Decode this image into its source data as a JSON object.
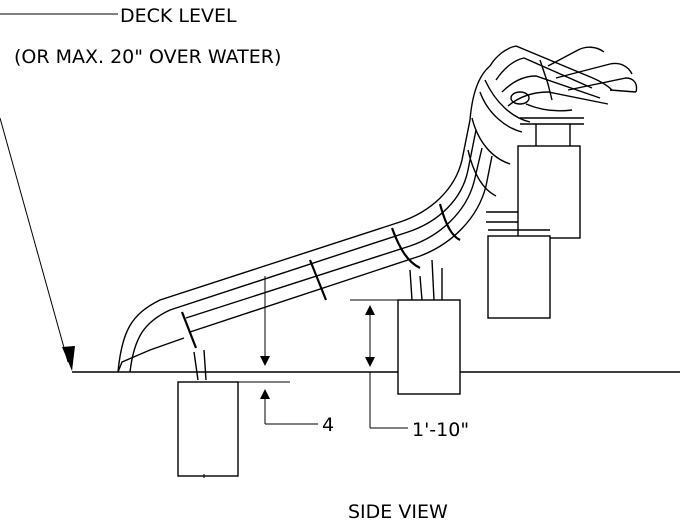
{
  "annotations": {
    "deck_level": "DECK LEVEL",
    "max_over_water": "(OR MAX. 20\" OVER WATER)",
    "dim_small": "4",
    "dim_height": "1'-10\"",
    "view_title": "SIDE VIEW"
  },
  "colors": {
    "line": "#000000",
    "background": "#ffffff"
  }
}
